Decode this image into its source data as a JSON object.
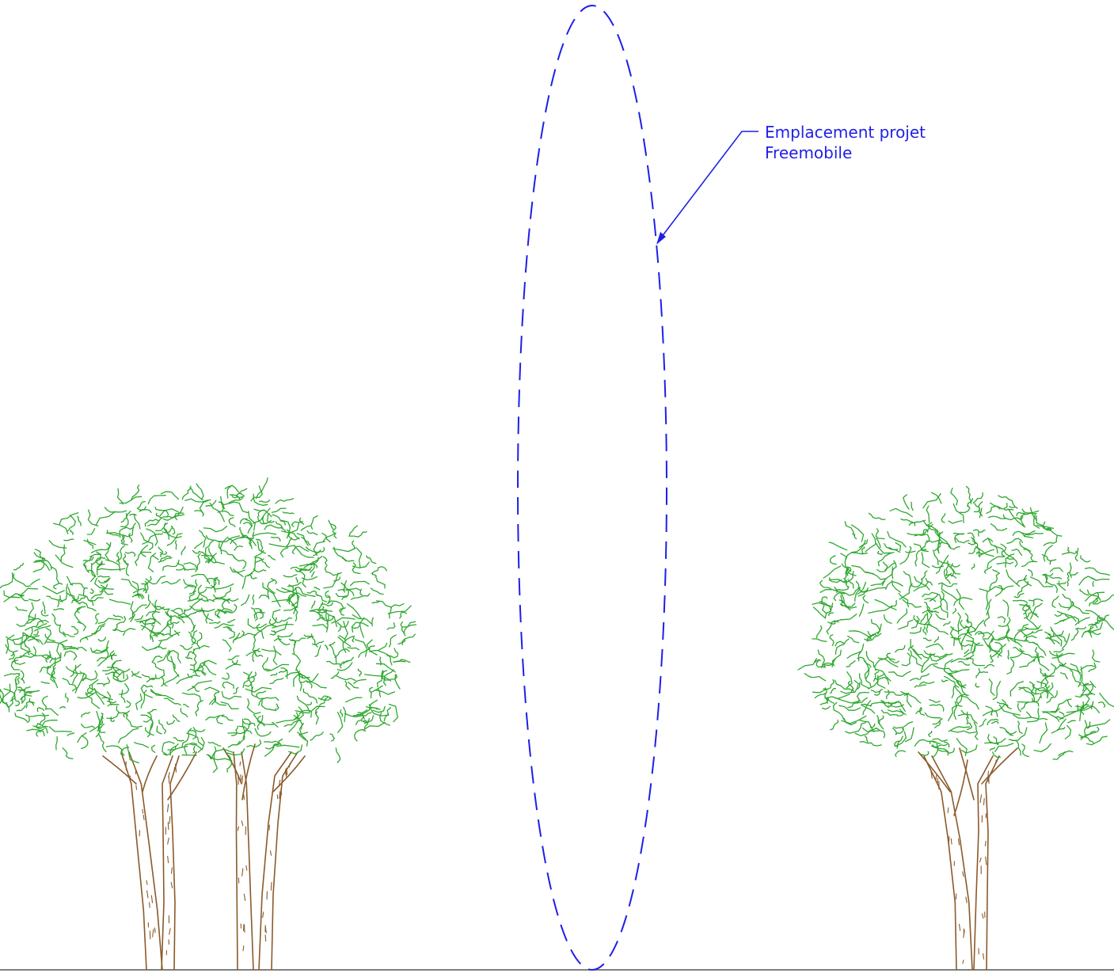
{
  "annotation": {
    "line1": "Emplacement projet",
    "line2": "Freemobile"
  },
  "colors": {
    "projection_outline": "#1f1fe6",
    "foliage": "#2ea82e",
    "trunk": "#8b5a2b",
    "ground": "#555555"
  },
  "icons": [
    "tree-left-group",
    "tree-right",
    "projected-mast-outline",
    "leader-arrow"
  ]
}
